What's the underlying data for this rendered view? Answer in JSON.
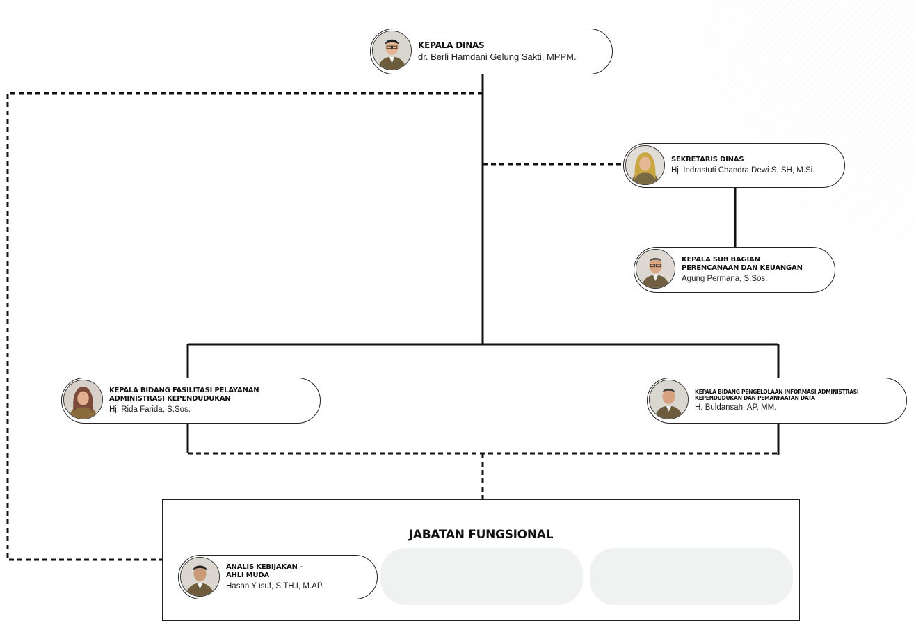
{
  "chart": {
    "head": {
      "title": "KEPALA DINAS",
      "name": "dr. Berli Hamdani Gelung Sakti, MPPM."
    },
    "secretary": {
      "title": "SEKRETARIS DINAS",
      "name": "Hj. Indrastuti Chandra Dewi S, SH, M.Si."
    },
    "subsection": {
      "title": "KEPALA SUB BAGIAN\nPERENCANAAN DAN KEUANGAN",
      "name": "Agung Permana, S.Sos."
    },
    "division_left": {
      "title": "KEPALA BIDANG FASILITASI PELAYANAN\nADMINISTRASI KEPENDUDUKAN",
      "name": "Hj. Rida Farida, S.Sos."
    },
    "division_right": {
      "title": "KEPALA BIDANG PENGELOLAAN INFORMASI ADMINISTRASI\nKEPENDUDUKAN DAN PEMANFAATAN DATA",
      "name": "H. Buldansah, AP, MM."
    },
    "functional": {
      "title": "JABATAN FUNGSIONAL",
      "analyst": {
        "title": "ANALIS KEBIJAKAN -\nAHLI MUDA",
        "name": "Hasan Yusuf, S.TH.I, M.AP."
      }
    }
  },
  "colors": {
    "line": "#111111",
    "placeholder": "#f0f1f1"
  }
}
